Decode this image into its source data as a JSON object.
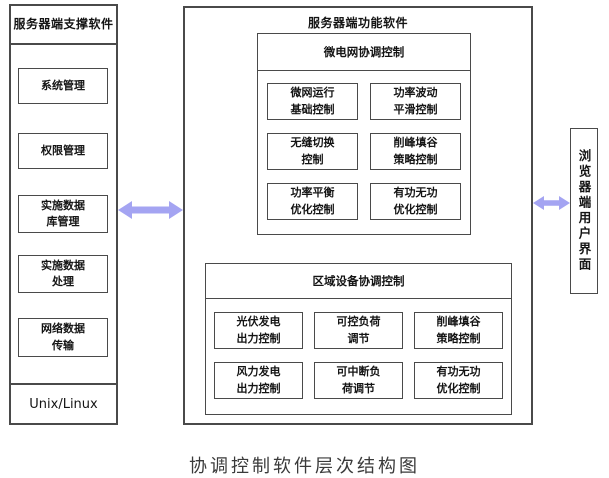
{
  "diagram": {
    "caption": "协调控制软件层次结构图",
    "arrow_color": "#a4a4f2",
    "support": {
      "title": "服务器端支撑软件",
      "items": [
        "系统管理",
        "权限管理",
        "实施数据\n库管理",
        "实施数据\n处理",
        "网络数据\n传输"
      ],
      "footer": "Unix/Linux"
    },
    "functional": {
      "title": "服务器端功能软件",
      "groups": [
        {
          "title": "微电网协调控制",
          "items": [
            "微网运行\n基础控制",
            "功率波动\n平滑控制",
            "无缝切换\n控制",
            "削峰填谷\n策略控制",
            "功率平衡\n优化控制",
            "有功无功\n优化控制"
          ]
        },
        {
          "title": "区域设备协调控制",
          "items": [
            "光伏发电\n出力控制",
            "可控负荷\n调节",
            "削峰填谷\n策略控制",
            "风力发电\n出力控制",
            "可中断负\n荷调节",
            "有功无功\n优化控制"
          ]
        }
      ]
    },
    "browser": {
      "title": "浏览器端用户界面"
    }
  }
}
